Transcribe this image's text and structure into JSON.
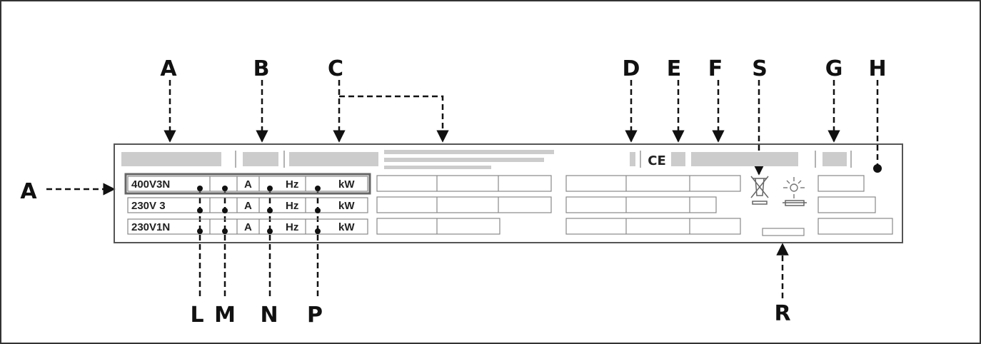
{
  "callouts": {
    "top": [
      "A",
      "B",
      "C",
      "D",
      "E",
      "F",
      "S",
      "G",
      "H"
    ],
    "left": "A",
    "bottom": [
      "L",
      "M",
      "N",
      "P",
      "R"
    ]
  },
  "plate": {
    "rows": [
      {
        "voltage": "400V3N",
        "amp_unit": "A",
        "freq_unit": "Hz",
        "power_unit": "kW"
      },
      {
        "voltage": "230V 3",
        "amp_unit": "A",
        "freq_unit": "Hz",
        "power_unit": "kW"
      },
      {
        "voltage": "230V1N",
        "amp_unit": "A",
        "freq_unit": "Hz",
        "power_unit": "kW"
      }
    ],
    "ce_mark": "CE",
    "icons": [
      "weee-bin-icon",
      "lamp-icon",
      "fuse-icon"
    ]
  },
  "colors": {
    "line": "#111111",
    "plate_border": "#555555",
    "placeholder": "#cccccc",
    "cell_border": "#888888"
  }
}
